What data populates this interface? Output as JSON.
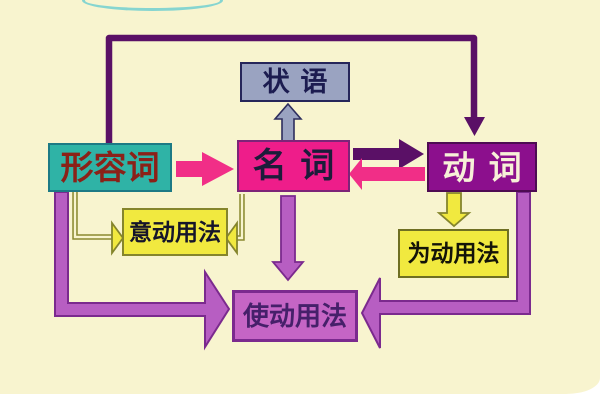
{
  "diagram": {
    "description": "Chinese classical grammar flexible word-usage diagram",
    "nodes": {
      "adjective": {
        "label": "形容词"
      },
      "noun": {
        "label": "名词"
      },
      "verb": {
        "label": "动词"
      },
      "adverbial": {
        "label": "状语"
      },
      "yidong": {
        "label": "意动用法"
      },
      "weidong": {
        "label": "为动用法"
      },
      "shidong": {
        "label": "使动用法"
      }
    },
    "edges": [
      {
        "from": "形容词",
        "to": "动词",
        "style": "dark-purple elbow line over the top, arrowhead down into 动词"
      },
      {
        "from": "形容词",
        "to": "名词",
        "style": "solid pink right arrow"
      },
      {
        "from": "名词",
        "to": "动词",
        "style": "solid dark-purple right arrow"
      },
      {
        "from": "动词",
        "to": "名词",
        "style": "solid pink left arrow"
      },
      {
        "from": "名词",
        "to": "状语",
        "style": "gray-blue outlined up arrow"
      },
      {
        "from": "形容词",
        "to": "意动用法",
        "style": "thin olive elbow line, hollow yellow arrowhead right"
      },
      {
        "from": "名词",
        "to": "意动用法",
        "style": "thin olive elbow line, hollow yellow arrowhead left"
      },
      {
        "from": "动词",
        "to": "为动用法",
        "style": "hollow yellow down arrow"
      },
      {
        "from": "名词",
        "to": "使动用法",
        "style": "orchid outlined down arrow"
      },
      {
        "from": "形容词",
        "to": "使动用法",
        "style": "thick orchid elbow arrow from below-left"
      },
      {
        "from": "动词",
        "to": "使动用法",
        "style": "thick orchid elbow arrow from below-right"
      }
    ],
    "colors": {
      "background": "#f8f4cf",
      "frame_accent_teal": "#86d5d0",
      "bottom_edge": "#ffffff",
      "dark_purple": "#5a1066",
      "pink": "#f12e87",
      "orchid_fill": "#b75ec2",
      "orchid_outline": "#7b2a8e",
      "gray_blue_fill": "#9aa3c1",
      "gray_blue_outline": "#2e2e5e",
      "yellow_fill": "#f1e93f",
      "olive_outline": "#85852c",
      "adjective_box": "#2fb3a6",
      "adjective_text": "#8b2118",
      "noun_box": "#ee1d8a",
      "verb_box": "#8c0f8d",
      "shidong_box": "#c565c5"
    }
  }
}
